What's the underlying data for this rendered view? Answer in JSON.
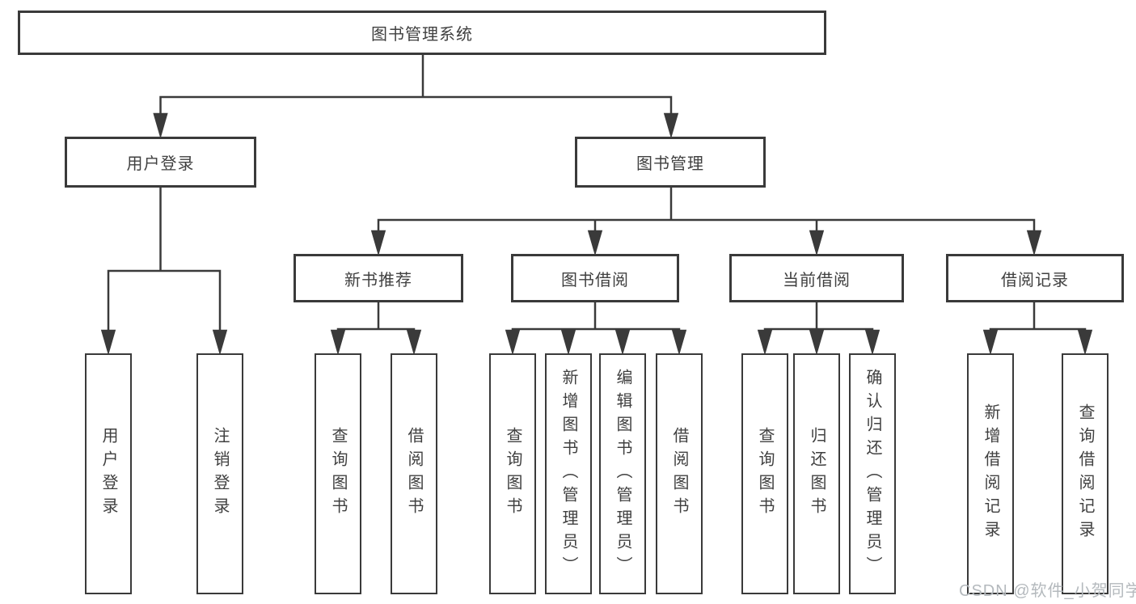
{
  "tree": {
    "label": "图书管理系统",
    "children": [
      {
        "label": "用户登录",
        "children": [
          {
            "label": "用户登录"
          },
          {
            "label": "注销登录"
          }
        ]
      },
      {
        "label": "图书管理",
        "children": [
          {
            "label": "新书推荐",
            "children": [
              {
                "label": "查询图书"
              },
              {
                "label": "借阅图书"
              }
            ]
          },
          {
            "label": "图书借阅",
            "children": [
              {
                "label": "查询图书"
              },
              {
                "label": "新增图书（管理员）"
              },
              {
                "label": "编辑图书（管理员）"
              },
              {
                "label": "借阅图书"
              }
            ]
          },
          {
            "label": "当前借阅",
            "children": [
              {
                "label": "查询图书"
              },
              {
                "label": "归还图书"
              },
              {
                "label": "确认归还（管理员）"
              }
            ]
          },
          {
            "label": "借阅记录",
            "children": [
              {
                "label": "新增借阅记录"
              },
              {
                "label": "查询借阅记录"
              }
            ]
          }
        ]
      }
    ]
  },
  "watermark": {
    "text": "CSDN @软件_小贺同学"
  },
  "colors": {
    "line": "#3a3a3a",
    "text": "#404040",
    "watermark": "#b4b9bd",
    "background": "#ffffff"
  }
}
